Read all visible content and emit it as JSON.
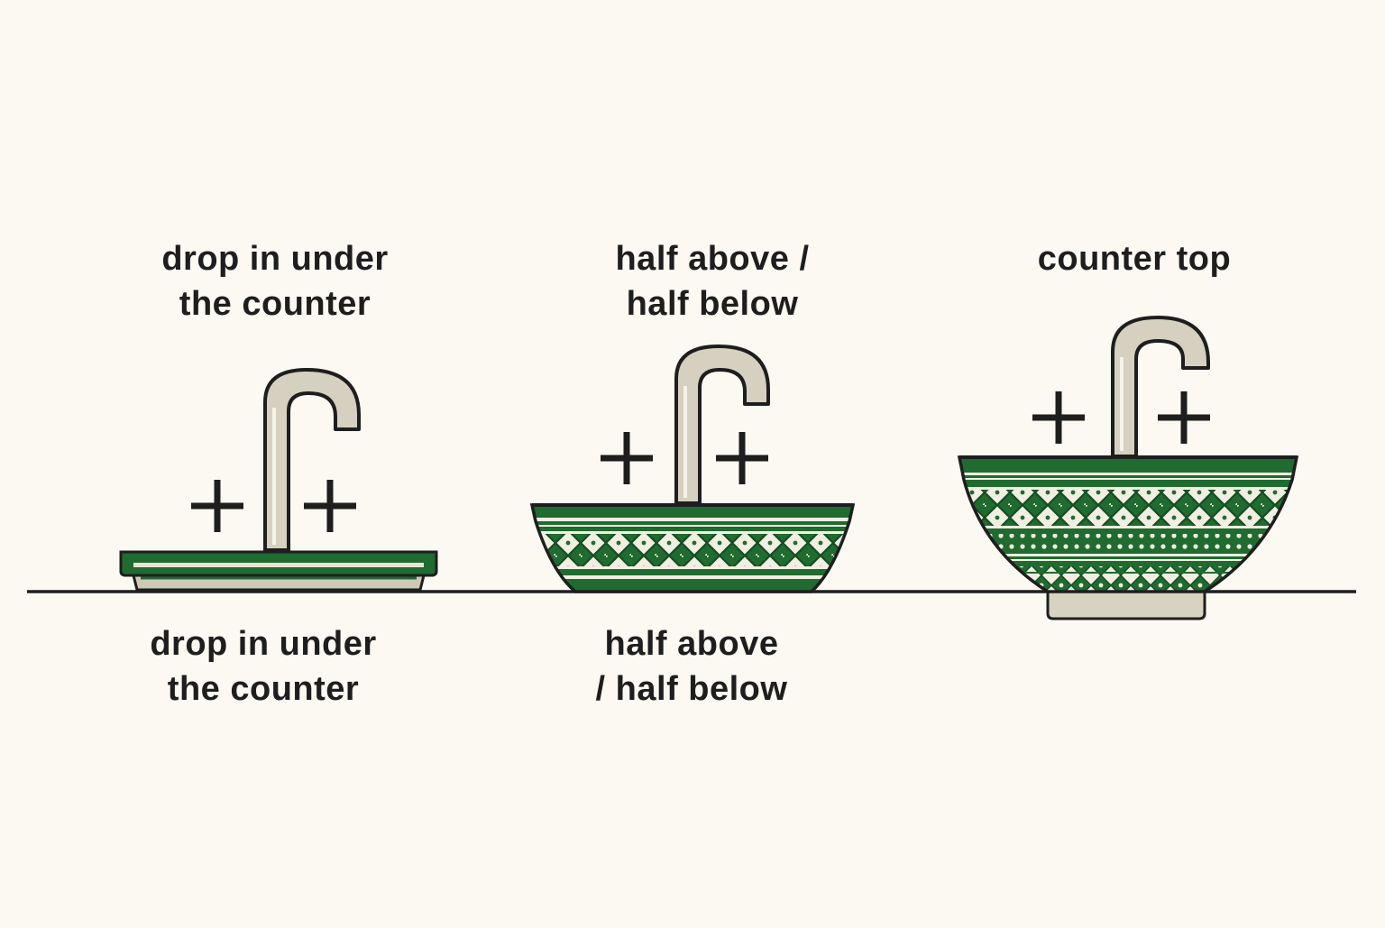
{
  "labels": {
    "top": [
      {
        "line1": "drop in under",
        "line2": "the counter"
      },
      {
        "line1": "half above /",
        "line2": "half below"
      },
      {
        "line1": "counter top",
        "line2": ""
      }
    ],
    "bottom": [
      {
        "line1": "drop in under",
        "line2": "the counter"
      },
      {
        "line1": "half above",
        "line2": "/ half below"
      }
    ]
  },
  "colors": {
    "background": "#fbf9f2",
    "basin_green": "#1f6b30",
    "basin_dark_green": "#154d22",
    "ceramic_cream": "#e9e4d2",
    "faucet_fill": "#d6d0c0",
    "outline": "#1e1e1e"
  },
  "icons": {
    "faucet": "faucet-icon",
    "plus": "plus-icon"
  }
}
